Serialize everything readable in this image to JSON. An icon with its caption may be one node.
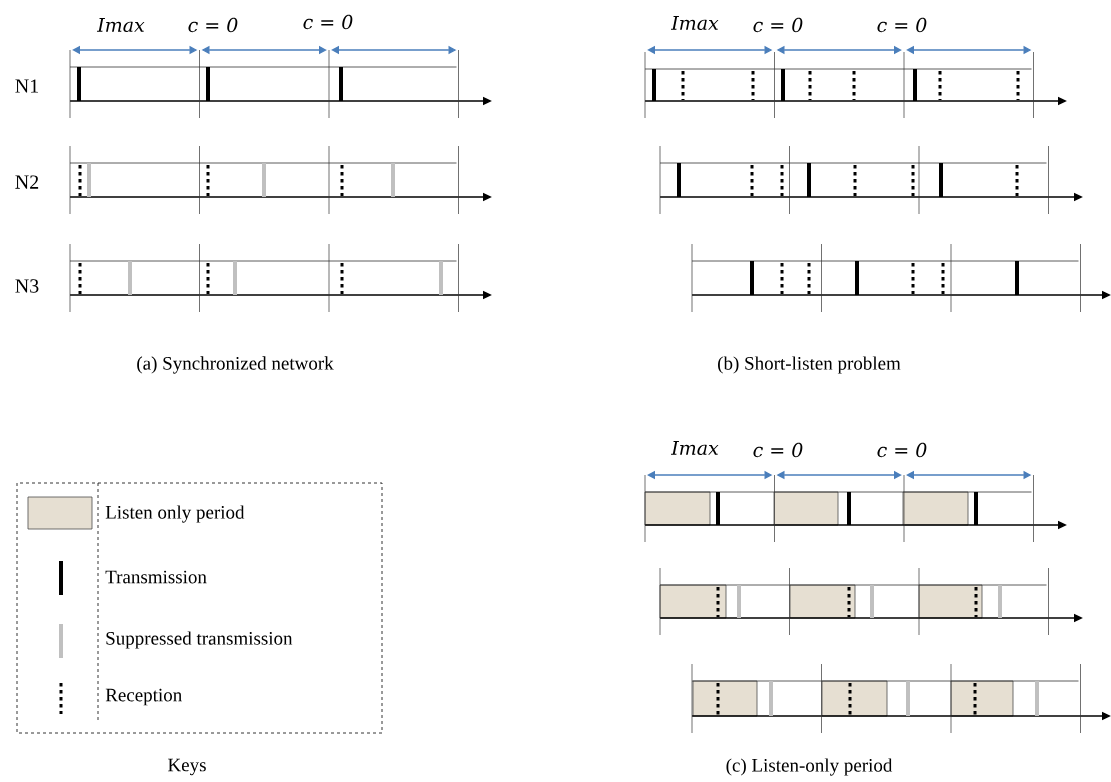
{
  "diagram": {
    "labels": [
      "Imax",
      "c = 0",
      "c = 0",
      "Imax",
      "c = 0",
      "c = 0",
      "N1",
      "N2",
      "N3",
      "(a) Synchronized network",
      "(b) Short-listen problem",
      "Imax",
      "c = 0",
      "c = 0",
      "Keys",
      "(c) Listen-only period"
    ],
    "legend": [
      {
        "text": "Listen only period",
        "color": "#e6dfd2"
      },
      {
        "text": "Transmission"
      },
      {
        "text": "Suppressed transmission"
      },
      {
        "text": "Reception"
      }
    ]
  }
}
